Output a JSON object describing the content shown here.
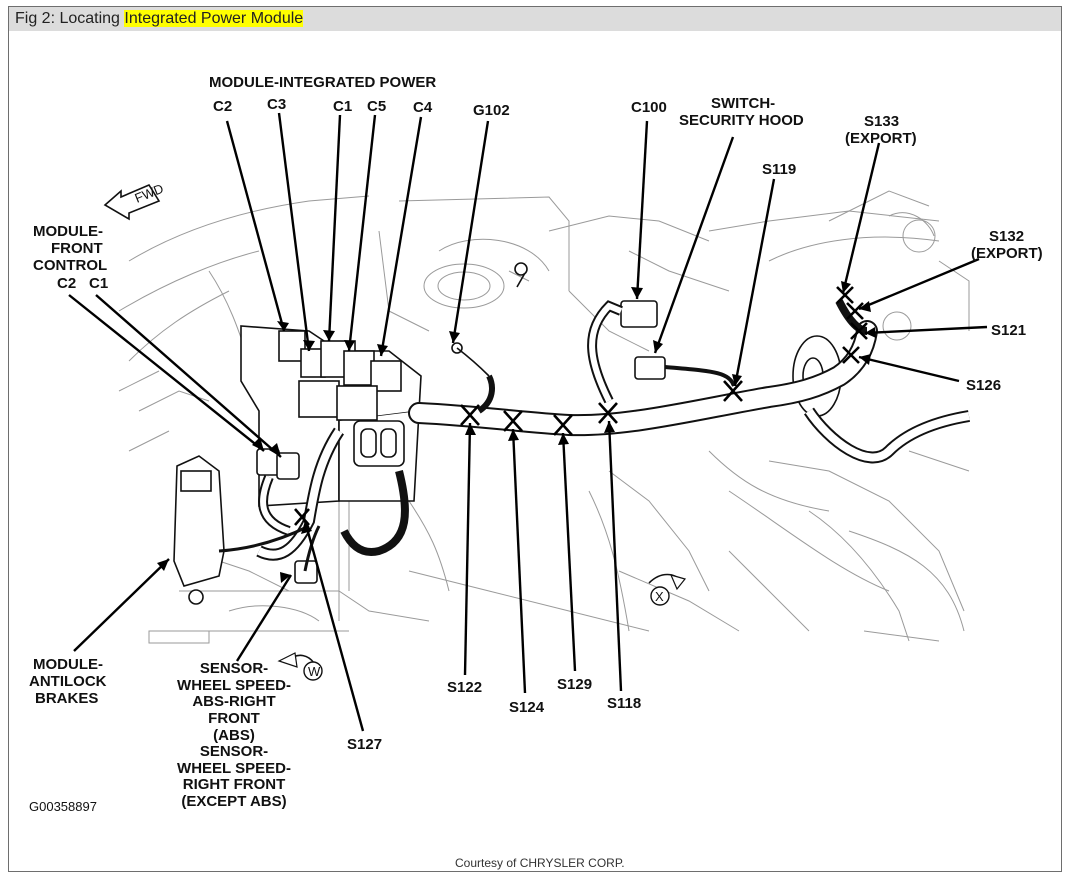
{
  "title": {
    "prefix": "Fig 2: Locating ",
    "highlight": "Integrated Power Module"
  },
  "labels": {
    "module_integrated_power": "MODULE-INTEGRATED POWER",
    "c2_top": "C2",
    "c3_top": "C3",
    "c1_top": "C1",
    "c5_top": "C5",
    "c4_top": "C4",
    "g102": "G102",
    "c100": "C100",
    "switch_line1": "SWITCH-",
    "switch_line2": "SECURITY HOOD",
    "s133_line1": "S133",
    "s133_line2": "(EXPORT)",
    "s119": "S119",
    "s132_line1": "S132",
    "s132_line2": "(EXPORT)",
    "s121": "S121",
    "s126": "S126",
    "mfc_line1": "MODULE-",
    "mfc_line2": "FRONT",
    "mfc_line3": "CONTROL",
    "c2_left": "C2",
    "c1_left": "C1",
    "mab_line1": "MODULE-",
    "mab_line2": "ANTILOCK",
    "mab_line3": "BRAKES",
    "sensor_lines": [
      "SENSOR-",
      "WHEEL SPEED-",
      "ABS-RIGHT",
      "FRONT",
      "(ABS)",
      "SENSOR-",
      "WHEEL SPEED-",
      "RIGHT FRONT",
      "(EXCEPT ABS)"
    ],
    "s127": "S127",
    "s122": "S122",
    "s124": "S124",
    "s129": "S129",
    "s118": "S118",
    "fwd": "FWD",
    "w": "W",
    "x": "X"
  },
  "figure_code": "G00358897",
  "credit": "Courtesy of CHRYSLER CORP."
}
